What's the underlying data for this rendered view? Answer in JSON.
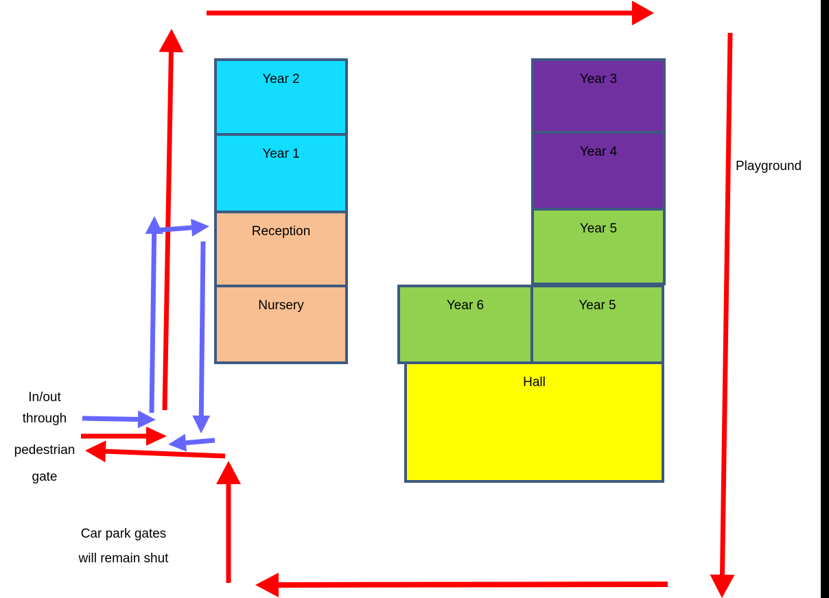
{
  "colors": {
    "route_red": "#ff0000",
    "route_blue": "#6666ff",
    "border": "#3d5a80",
    "cyan": "#12dcff",
    "purple": "#7030a0",
    "green": "#92d050",
    "peach": "#f8bf92",
    "yellow": "#ffff00",
    "edge_bar": "#000000"
  },
  "rooms": {
    "year2": "Year 2",
    "year1": "Year 1",
    "reception": "Reception",
    "nursery": "Nursery",
    "year3": "Year 3",
    "year4": "Year 4",
    "year5_upper": "Year 5",
    "year6": "Year 6",
    "year5_lower": "Year 5",
    "hall": "Hall"
  },
  "labels": {
    "playground": "Playground",
    "entry_line1": "In/out",
    "entry_line2": "through",
    "entry_line3": "pedestrian",
    "entry_line4": "gate",
    "car_park_line1": "Car park gates",
    "car_park_line2": "will remain shut"
  }
}
